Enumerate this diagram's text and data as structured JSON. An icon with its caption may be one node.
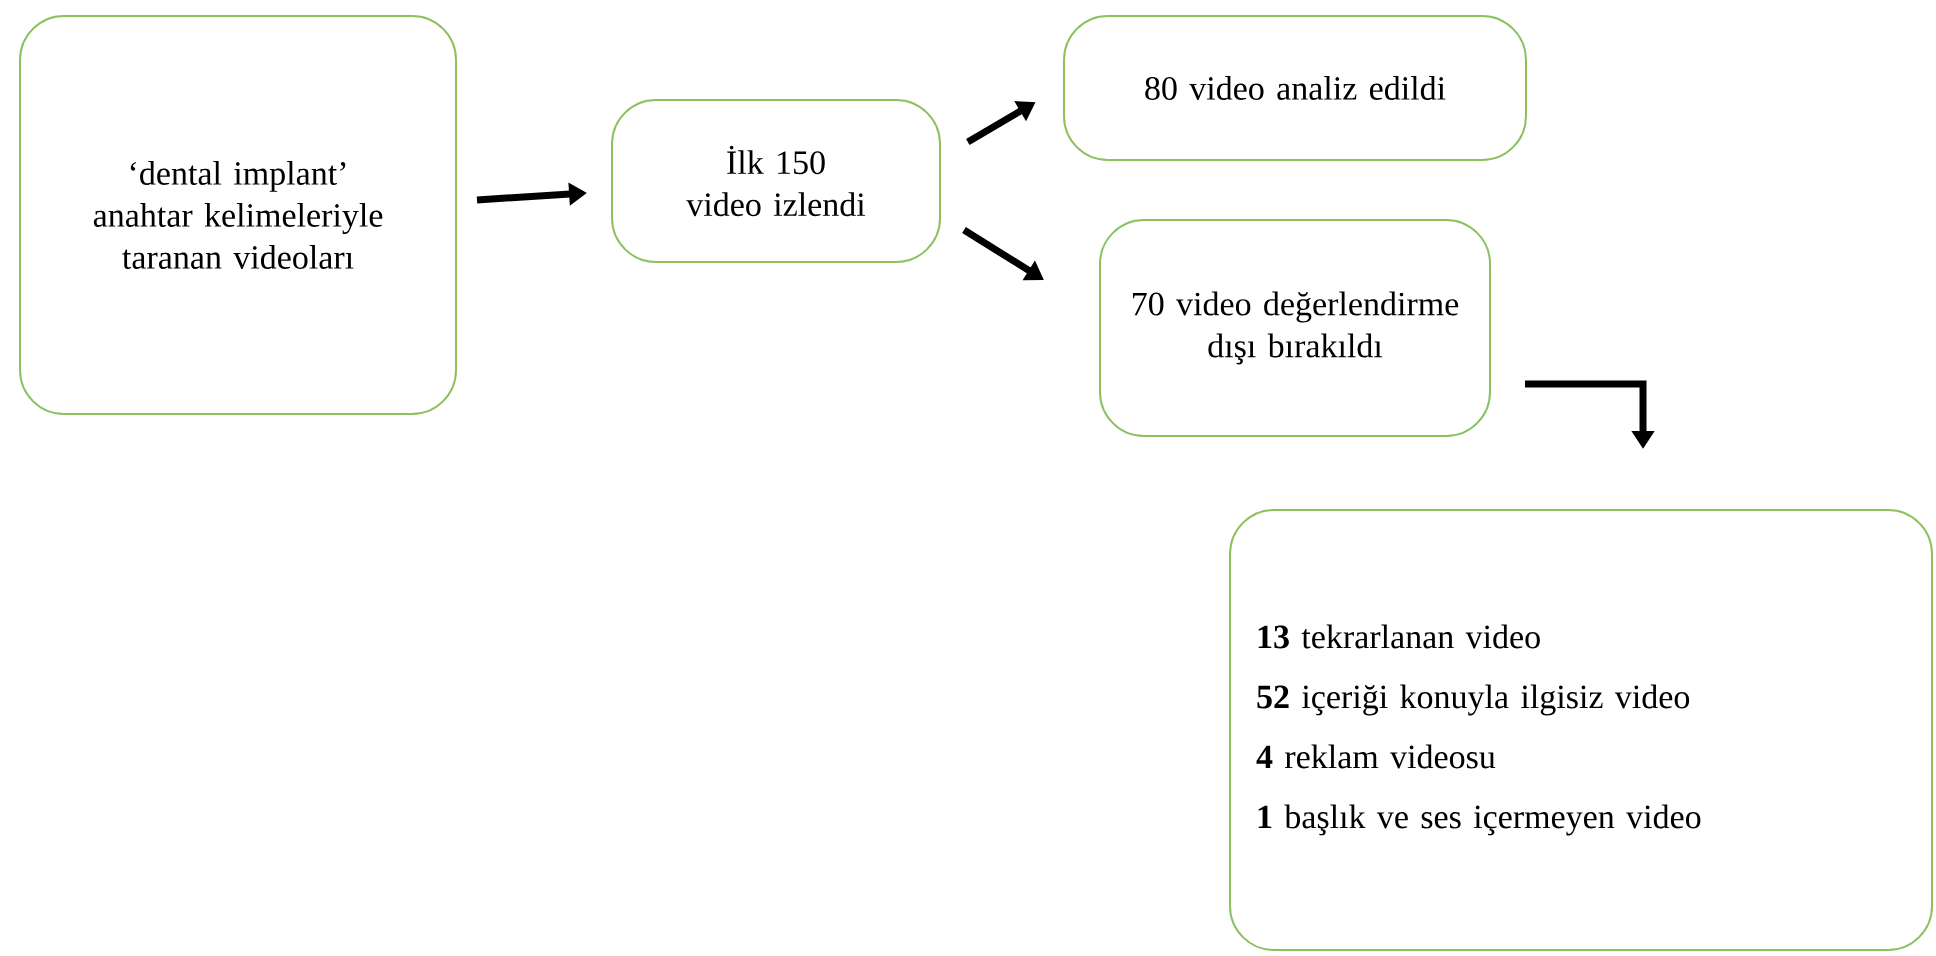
{
  "diagram": {
    "nodes": [
      {
        "text": [
          "‘dental implant’ anahtar kelimeleriyle taranan videoları"
        ]
      },
      {
        "text": [
          "İlk 150 video izlendi"
        ]
      },
      {
        "text": [
          "80 video analiz edildi"
        ]
      },
      {
        "text": [
          "70 video değerlendirme dışı bırakıldı"
        ]
      },
      {
        "text": [
          "**13** tekrarlanan video",
          "**52** içeriği konuyla ilgisiz video",
          "**4** reklam videosu",
          "**1** başlık ve ses içermeyen video"
        ]
      }
    ],
    "edges": [
      {
        "from": 0,
        "to": 1,
        "arrow": "to"
      },
      {
        "from": 1,
        "to": 2,
        "arrow": "to"
      },
      {
        "from": 1,
        "to": 3,
        "arrow": "to"
      },
      {
        "from": 3,
        "to": 4,
        "arrow": "to"
      }
    ]
  }
}
